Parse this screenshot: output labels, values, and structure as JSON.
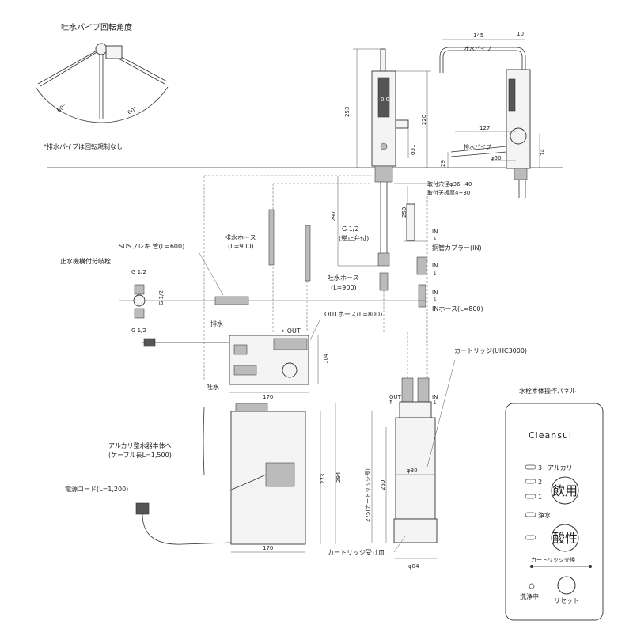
{
  "rotation": {
    "title": "吐水パイプ回転角度",
    "angle_left": "60°",
    "angle_right": "60°",
    "note": "*排水パイプは回転規制なし"
  },
  "faucet_dims": {
    "h253": "253",
    "h220": "220",
    "phi31": "φ31",
    "d145": "145",
    "d10": "10",
    "spout_label": "吐水パイプ",
    "d127": "127",
    "drain_label": "排水パイプ",
    "phi50": "φ50",
    "d74": "74",
    "d29": "29",
    "mount_hole": "取付穴径φ36~40",
    "mount_plate": "取付天板厚4~30",
    "d297": "297",
    "d250": "250"
  },
  "plumbing": {
    "g12_check": "G 1/2",
    "check_valve": "(逆止弁付)",
    "in1": "IN",
    "copper_coupler": "銅管カプラー(IN)",
    "in2": "IN",
    "in3": "IN",
    "in_hose": "INホース(L=800)",
    "drain_hose": "排水ホース",
    "drain_hose_len": "(L=900)",
    "spout_hose": "吐水ホース",
    "spout_hose_len": "(L=900)",
    "sus_flex": "SUSフレキ 管(L=600)",
    "stop_valve": "止水機構付分岐栓",
    "g12_a": "G 1/2",
    "g12_b": "G 1/2",
    "g12_c": "G 1/2"
  },
  "unit": {
    "drain": "排水",
    "out_arrow": "←OUT",
    "out_hose": "OUTホース(L=800)",
    "spout": "吐水",
    "d104": "104",
    "d170_top": "170",
    "d170_bottom": "170",
    "d273": "273",
    "d294": "294",
    "cable_to": "アルカリ整水器本体へ",
    "cable_len": "(ケーブル長L=1,500)",
    "power_cord": "電源コード(L=1,200)"
  },
  "cartridge": {
    "label": "カートリッジ(UHC3000)",
    "out": "OUT",
    "in": "IN",
    "phi80": "φ80",
    "len275": "275(カートリッジ長)",
    "d250": "250",
    "tray": "カートリッジ受け皿",
    "phi84": "φ84"
  },
  "panel": {
    "title": "水栓本体操作パネル",
    "brand": "Cleansui",
    "alkali": "アルカリ",
    "lvl3": "3",
    "lvl2": "2",
    "lvl1": "1",
    "drink": "飲用",
    "pure": "浄水",
    "acid": "酸性",
    "cart_exchange": "カートリッジ交換",
    "washing": "洗浄中",
    "reset": "リセット"
  }
}
